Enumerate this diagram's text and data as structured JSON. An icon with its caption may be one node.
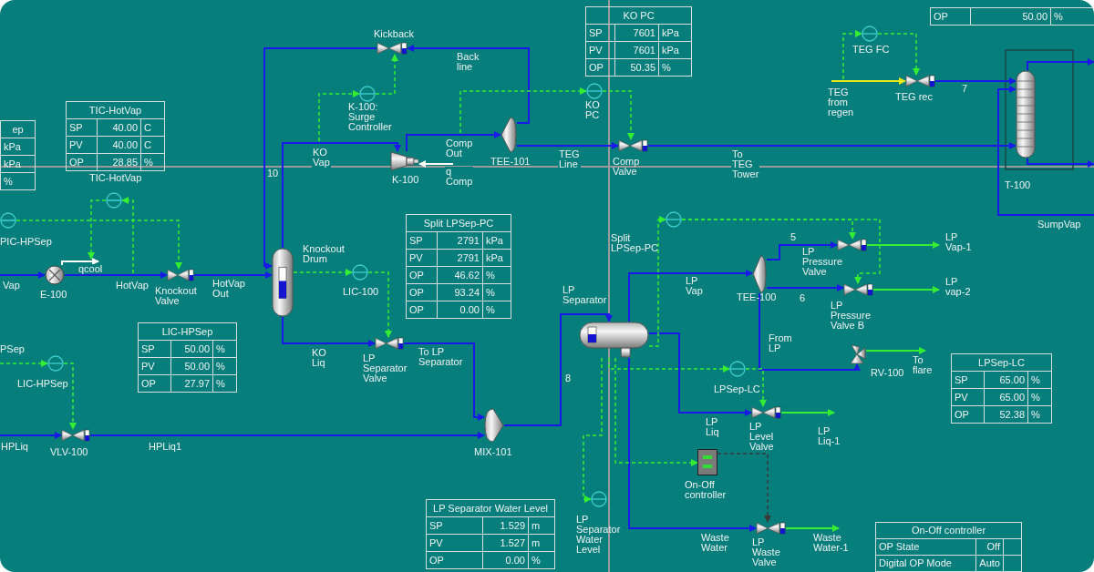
{
  "diagram": {
    "nodes": [
      {
        "text": [],
        "shape": "exchanger",
        "beside": [
          "E-100"
        ]
      },
      {
        "text": [],
        "shape": "valve",
        "beside": [
          "Knockout Valve"
        ]
      },
      {
        "text": [],
        "shape": "cylinder",
        "beside": [
          "Knockout Drum"
        ]
      },
      {
        "text": [],
        "shape": "compressor",
        "beside": [
          "K-100"
        ]
      },
      {
        "text": [],
        "shape": "tee",
        "beside": [
          "TEE-101"
        ]
      },
      {
        "text": [],
        "shape": "valve",
        "beside": [
          "Kickback"
        ]
      },
      {
        "text": [],
        "shape": "valve",
        "beside": [
          "Comp Valve"
        ]
      },
      {
        "text": [],
        "shape": "valve",
        "beside": [
          "TEG rec"
        ]
      },
      {
        "text": [],
        "shape": "column",
        "beside": [
          "T-100"
        ]
      },
      {
        "text": [],
        "shape": "valve",
        "beside": [
          "LP Separator Valve"
        ]
      },
      {
        "text": [],
        "shape": "valve",
        "beside": [
          "VLV-100"
        ]
      },
      {
        "text": [],
        "shape": "mixer",
        "beside": [
          "MIX-101"
        ]
      },
      {
        "text": [],
        "shape": "cylinder",
        "beside": [
          "LP Separator"
        ]
      },
      {
        "text": [],
        "shape": "tee",
        "beside": [
          "TEE-100"
        ]
      },
      {
        "text": [],
        "shape": "valve",
        "beside": [
          "LP Pressure Valve"
        ]
      },
      {
        "text": [],
        "shape": "valve",
        "beside": [
          "LP Pressure Valve B"
        ]
      },
      {
        "text": [],
        "shape": "valve",
        "beside": [
          "RV-100"
        ]
      },
      {
        "text": [],
        "shape": "valve",
        "beside": [
          "LP Level Valve"
        ]
      },
      {
        "text": [],
        "shape": "valve",
        "beside": [
          "LP Waste Valve"
        ]
      },
      {
        "text": [],
        "shape": "box",
        "beside": [
          "On-Off controller"
        ]
      },
      {
        "text": [],
        "shape": "circle",
        "beside": [
          "TIC-HotVap"
        ]
      },
      {
        "text": [],
        "shape": "circle",
        "beside": [
          "PIC-HPSep"
        ]
      },
      {
        "text": [],
        "shape": "circle",
        "beside": [
          "K-100: Surge Controller"
        ]
      },
      {
        "text": [],
        "shape": "circle",
        "beside": [
          "KO PC"
        ]
      },
      {
        "text": [],
        "shape": "circle",
        "beside": [
          "TEG FC"
        ]
      },
      {
        "text": [],
        "shape": "circle",
        "beside": [
          "LIC-100"
        ]
      },
      {
        "text": [],
        "shape": "circle",
        "beside": [
          "LIC-HPSep"
        ]
      },
      {
        "text": [],
        "shape": "circle",
        "beside": [
          "Split LPSep-PC"
        ]
      },
      {
        "text": [],
        "shape": "circle",
        "beside": [
          "LPSep-LC"
        ]
      },
      {
        "text": [],
        "shape": "circle",
        "beside": [
          "LP Separator Water Level"
        ]
      }
    ],
    "edges": [
      {
        "from": null,
        "to": 0,
        "arrow": "to",
        "label": "Vap",
        "color": "#1a1ae6"
      },
      {
        "from": 0,
        "to": 1,
        "arrow": "to",
        "label": "HotVap",
        "color": "#1a1ae6"
      },
      {
        "from": 1,
        "to": 2,
        "arrow": "to",
        "label": "HotVap Out",
        "color": "#1a1ae6"
      },
      {
        "from": 2,
        "to": 3,
        "arrow": "to",
        "label": "KO Vap",
        "color": "#1a1ae6"
      },
      {
        "from": 3,
        "to": 4,
        "arrow": "to",
        "label": "Comp Out",
        "color": "#1a1ae6"
      },
      {
        "from": 4,
        "to": 5,
        "arrow": "to",
        "label": "Back line",
        "color": "#1a1ae6"
      },
      {
        "from": 5,
        "to": 2,
        "arrow": "to",
        "label": "10",
        "color": "#1a1ae6"
      },
      {
        "from": 4,
        "to": 6,
        "arrow": "to",
        "label": "TEG Line",
        "color": "#1a1ae6"
      },
      {
        "from": 6,
        "to": 8,
        "arrow": "to",
        "label": "To TEG Tower",
        "color": "#1a1ae6"
      },
      {
        "from": null,
        "to": 7,
        "arrow": "to",
        "label": "TEG from regen",
        "color": "#e8e817"
      },
      {
        "from": 7,
        "to": 8,
        "arrow": "to",
        "label": "7",
        "color": "#1a1ae6"
      },
      {
        "from": 8,
        "to": null,
        "arrow": "to",
        "color": "#1a1ae6"
      },
      {
        "from": 8,
        "to": null,
        "arrow": "to",
        "color": "#1a1ae6"
      },
      {
        "from": null,
        "to": 8,
        "arrow": "to",
        "label": "SumpVap",
        "color": "#1a1ae6"
      },
      {
        "from": null,
        "to": 10,
        "arrow": "to",
        "label": "HPLiq",
        "color": "#1a1ae6"
      },
      {
        "from": 10,
        "to": 11,
        "arrow": "to",
        "label": "HPLiq1",
        "color": "#1a1ae6"
      },
      {
        "from": 2,
        "to": 9,
        "arrow": "to",
        "label": "KO Liq",
        "color": "#1a1ae6"
      },
      {
        "from": 9,
        "to": 11,
        "arrow": "to",
        "label": "To LP Separator",
        "color": "#1a1ae6"
      },
      {
        "from": 11,
        "to": 12,
        "arrow": "to",
        "label": "8",
        "color": "#1a1ae6"
      },
      {
        "from": 12,
        "to": 13,
        "arrow": "to",
        "label": "LP Vap",
        "color": "#1a1ae6"
      },
      {
        "from": 13,
        "to": 14,
        "arrow": "to",
        "label": "5",
        "color": "#1a1ae6"
      },
      {
        "from": 13,
        "to": 15,
        "arrow": "to",
        "label": "6",
        "color": "#1a1ae6"
      },
      {
        "from": 13,
        "to": 16,
        "arrow": "to",
        "label": "From LP",
        "color": "#1a1ae6"
      },
      {
        "from": 14,
        "to": null,
        "arrow": "to",
        "label": "LP Vap-1"
      },
      {
        "from": 15,
        "to": null,
        "arrow": "to",
        "label": "LP vap-2"
      },
      {
        "from": 16,
        "to": null,
        "arrow": "to",
        "label": "To flare"
      },
      {
        "from": 12,
        "to": 17,
        "arrow": "to",
        "label": "LP Liq",
        "color": "#1a1ae6"
      },
      {
        "from": 17,
        "to": null,
        "arrow": "to",
        "label": "LP Liq-1"
      },
      {
        "from": 12,
        "to": 18,
        "arrow": "to",
        "label": "Waste Water",
        "color": "#1a1ae6"
      },
      {
        "from": 18,
        "to": null,
        "arrow": "to",
        "label": "Waste Water-1"
      },
      {
        "from": 0,
        "to": null,
        "arrow": "to",
        "label": "qcool",
        "color": "#ffffff"
      },
      {
        "from": null,
        "to": 3,
        "arrow": "to",
        "label": "q Comp",
        "color": "#ffffff"
      },
      {
        "from": 20,
        "to": null,
        "arrow": "to",
        "style": "dashed"
      },
      {
        "from": null,
        "to": 20,
        "arrow": "to",
        "style": "dashed"
      },
      {
        "from": 21,
        "to": 1,
        "arrow": "to",
        "style": "dashed"
      },
      {
        "from": null,
        "to": 22,
        "arrow": "to",
        "style": "dashed"
      },
      {
        "from": 22,
        "to": 5,
        "arrow": "to",
        "style": "dashed"
      },
      {
        "from": null,
        "to": 23,
        "arrow": "to",
        "style": "dashed"
      },
      {
        "from": 23,
        "to": 6,
        "arrow": "to",
        "style": "dashed"
      },
      {
        "from": null,
        "to": 24,
        "arrow": "to",
        "style": "dashed"
      },
      {
        "from": 24,
        "to": 7,
        "arrow": "to",
        "style": "dashed"
      },
      {
        "from": 2,
        "to": 25,
        "arrow": "to",
        "style": "dashed"
      },
      {
        "from": 25,
        "to": 9,
        "arrow": "to",
        "style": "dashed"
      },
      {
        "from": null,
        "to": 26,
        "arrow": "to",
        "style": "dashed"
      },
      {
        "from": 26,
        "to": 10,
        "arrow": "to",
        "style": "dashed"
      },
      {
        "from": 12,
        "to": 27,
        "arrow": "to",
        "style": "dashed"
      },
      {
        "from": 27,
        "to": 14,
        "arrow": "to",
        "style": "dashed"
      },
      {
        "from": 27,
        "to": 15,
        "arrow": "to",
        "style": "dashed"
      },
      {
        "from": 12,
        "to": 28,
        "arrow": "to",
        "style": "dashed"
      },
      {
        "from": 28,
        "to": 17,
        "arrow": "to",
        "style": "dashed"
      },
      {
        "from": 12,
        "to": 19,
        "arrow": "to",
        "style": "dashed"
      },
      {
        "from": 12,
        "to": 29,
        "arrow": "to",
        "style": "dashed"
      },
      {
        "from": 19,
        "to": 18,
        "arrow": "to",
        "style": "dashed",
        "color": "#3a3a3a"
      }
    ],
    "labels": [
      "KO PC",
      "OP",
      "50.00",
      "%",
      "SP",
      "7601",
      "kPa",
      "PV",
      "7601",
      "kPa",
      "OP",
      "50.35",
      "%",
      "TIC-HotVap",
      "SP",
      "40.00",
      "C",
      "PV",
      "40.00",
      "C",
      "OP",
      "28.85",
      "%",
      "ep",
      "kPa",
      "kPa",
      "%",
      "Split LPSep-PC",
      "SP",
      "2791",
      "kPa",
      "PV",
      "2791",
      "kPa",
      "OP",
      "46.62",
      "%",
      "OP",
      "93.24",
      "%",
      "OP",
      "0.00",
      "%",
      "PSep",
      "LIC-HPSep",
      "SP",
      "50.00",
      "%",
      "PV",
      "50.00",
      "%",
      "OP",
      "27.97",
      "%",
      "LPSep-LC",
      "SP",
      "65.00",
      "%",
      "PV",
      "65.00",
      "%",
      "OP",
      "52.38",
      "%",
      "LP Separator Water Level",
      "SP",
      "1.529",
      "m",
      "PV",
      "1.527",
      "m",
      "OP",
      "0.00",
      "%",
      "On-Off controller",
      "OP State",
      "Off",
      "Digital OP Mode",
      "Auto"
    ]
  }
}
